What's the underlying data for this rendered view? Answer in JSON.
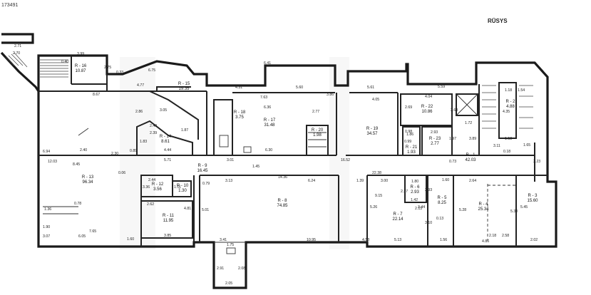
{
  "header": {
    "doc_number": "173491",
    "brand": "RŪSYS"
  },
  "rooms": [
    {
      "id": "r16",
      "name": "R - 16",
      "area": "10.87"
    },
    {
      "id": "r15",
      "name": "R - 15",
      "area": "19.35"
    },
    {
      "id": "r18",
      "name": "R - 18",
      "area": "3.75"
    },
    {
      "id": "r17",
      "name": "R - 17",
      "area": "31.48"
    },
    {
      "id": "r19",
      "name": "R - 19",
      "area": "34.57"
    },
    {
      "id": "r22",
      "name": "R - 22",
      "area": "10.86"
    },
    {
      "id": "r23",
      "name": "R - 23",
      "area": "2.77"
    },
    {
      "id": "r21",
      "name": "R - 21",
      "area": "1.93"
    },
    {
      "id": "r20",
      "name": "R - 20",
      "area": "1.98"
    },
    {
      "id": "r2",
      "name": "R - 2",
      "area": "4.88"
    },
    {
      "id": "r14",
      "name": "R - 14",
      "area": "8.61"
    },
    {
      "id": "r13",
      "name": "R - 13",
      "area": "96.34"
    },
    {
      "id": "r9",
      "name": "R - 9",
      "area": "16.45"
    },
    {
      "id": "r12",
      "name": "R - 12",
      "area": "3.56"
    },
    {
      "id": "r10",
      "name": "R - 10",
      "area": "1.30"
    },
    {
      "id": "r11",
      "name": "R - 11",
      "area": "11.95"
    },
    {
      "id": "r8",
      "name": "R - 8",
      "area": "74.85"
    },
    {
      "id": "r1",
      "name": "R - 1",
      "area": "42.03"
    },
    {
      "id": "r6",
      "name": "R - 6",
      "area": "2.93"
    },
    {
      "id": "r7",
      "name": "R - 7",
      "area": "22.14"
    },
    {
      "id": "r5",
      "name": "R - 5",
      "area": "8.25"
    },
    {
      "id": "r4",
      "name": "R - 4",
      "area": "25.34"
    },
    {
      "id": "r3",
      "name": "R - 3",
      "area": "15.60"
    }
  ],
  "dimensions": [
    "2.71",
    "2.70",
    "3.99",
    "0.40",
    "2.75",
    "0.33",
    "6.75",
    "4.77",
    "8.67",
    "6.41",
    "4.31",
    "7.63",
    "5.60",
    "3.86",
    "5.61",
    "4.05",
    "5.59",
    "2.86",
    "3.05",
    "6.36",
    "2.77",
    "4.04",
    "2.69",
    "2.68",
    "1.18",
    "4.35",
    "1.54",
    "2.49",
    "2.39",
    "1.87",
    "1.83",
    "4.44",
    "5.71",
    "2.40",
    "2.30",
    "0.89",
    "8.45",
    "3.01",
    "6.30",
    "1.45",
    "16.52",
    "1.86",
    "0.98",
    "2.93",
    "0.99",
    "1.97",
    "3.89",
    "1.72",
    "3.11",
    "1.65",
    "0.18",
    "0.73",
    "22.38",
    "1.60",
    "2.64",
    "3.00",
    "0.79",
    "3.13",
    "14.36",
    "6.24",
    "1.39",
    "5.26",
    "9.15",
    "2.27",
    "1.80",
    "3.44",
    "3.10",
    "2.93",
    "2.62",
    "4.81",
    "7.65",
    "6.05",
    "1.60",
    "3.85",
    "5.01",
    "3.41",
    "1.75",
    "10.95",
    "4.58",
    "5.13",
    "1.56",
    "4.86",
    "2.02",
    "2.05",
    "2.91",
    "2.08",
    "0.78",
    "1.36",
    "1.90",
    "3.07",
    "12.03",
    "6.94",
    "1.18",
    "3.23",
    "5.28",
    "5.45",
    "5.30",
    "2.58",
    "2.18",
    "0.13",
    "2.13",
    "1.42",
    "3.36",
    "2.44",
    "1.11",
    "0.06"
  ]
}
